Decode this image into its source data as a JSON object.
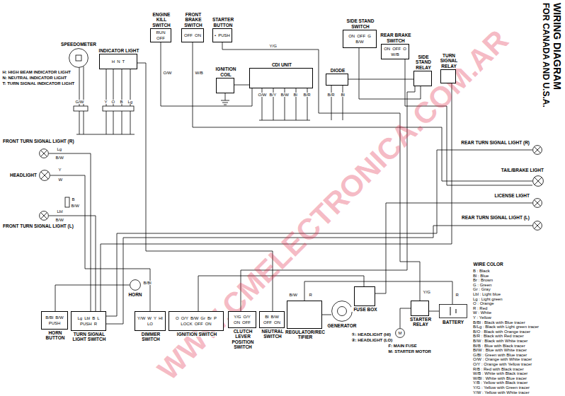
{
  "diagram": {
    "title": "WIRING DIAGRAM",
    "caption": "FOR CANADA AND U.S.A.",
    "nodes": [
      {
        "text": [
          "SPEEDOMETER"
        ]
      },
      {
        "text": [
          "INDICATOR LIGHT",
          "H",
          "N",
          "T"
        ]
      },
      {
        "text": [
          "ENGINE KILL SWITCH",
          "RUN",
          "OFF"
        ]
      },
      {
        "text": [
          "FRONT BRAKE SWITCH",
          "OFF",
          "ON"
        ]
      },
      {
        "text": [
          "STARTER BUTTON",
          "•",
          "PUSH"
        ]
      },
      {
        "text": [
          "IGNITION COIL"
        ]
      },
      {
        "text": [
          "CDI UNIT"
        ]
      },
      {
        "text": [
          "DIODE"
        ]
      },
      {
        "text": [
          "SIDE STAND SWITCH",
          "ON",
          "OFF",
          "G",
          "B/W"
        ]
      },
      {
        "text": [
          "REAR BRAKE SWITCH",
          "ON",
          "OFF",
          "O",
          "W/B"
        ]
      },
      {
        "text": [
          "TURN SIGNAL RELAY"
        ]
      },
      {
        "text": [
          "SIDE STAND RELAY"
        ]
      },
      {
        "text": [
          "FRONT TURN SIGNAL LIGHT (R)"
        ]
      },
      {
        "text": [
          "HEADLIGHT"
        ]
      },
      {
        "text": [
          "FRONT TURN SIGNAL LIGHT (L)"
        ]
      },
      {
        "text": [
          "HORN"
        ]
      },
      {
        "text": [
          "HORN BUTTON",
          "B/Bl",
          "B/W",
          "PUSH"
        ]
      },
      {
        "text": [
          "TURN SIGNAL LIGHT SWITCH",
          "Lg",
          "Lbl",
          "B",
          "L",
          "PUSH",
          "R"
        ]
      },
      {
        "text": [
          "DIMMER SWITCH",
          "Y/W",
          "W",
          "Y",
          "HI",
          "LO"
        ]
      },
      {
        "text": [
          "IGNITION SWITCH",
          "O",
          "O/Y",
          "B/W",
          "Gr",
          "Br",
          "P",
          "LOCK",
          "OFF",
          "ON"
        ]
      },
      {
        "text": [
          "CLUTCH LEVER POSITION SWITCH",
          "Y/G",
          "O/Y",
          "ON",
          "OFF"
        ]
      },
      {
        "text": [
          "NEUTRAL SWITCH",
          "Bl",
          "B/W",
          "OFF",
          "ON"
        ]
      },
      {
        "text": [
          "REGULATOR/RECTIFIER"
        ]
      },
      {
        "text": [
          "GENERATOR"
        ]
      },
      {
        "text": [
          "FUSE BOX"
        ]
      },
      {
        "text": [
          "STARTER RELAY"
        ]
      },
      {
        "text": [
          "BATTERY"
        ]
      },
      {
        "text": [
          "M"
        ]
      },
      {
        "text": [
          "REAR TURN SIGNAL LIGHT (R)"
        ]
      },
      {
        "text": [
          "TAIL/BRAKE LIGHT"
        ]
      },
      {
        "text": [
          "LICENSE LIGHT"
        ]
      },
      {
        "text": [
          "REAR TURN SIGNAL LIGHT (L)"
        ]
      }
    ],
    "edges": [
      {
        "from": 2,
        "to": 6,
        "arrow": "none"
      },
      {
        "from": 3,
        "to": 29,
        "arrow": "none"
      },
      {
        "from": 4,
        "to": 25,
        "arrow": "none"
      },
      {
        "from": 5,
        "to": 6,
        "arrow": "none"
      },
      {
        "from": 7,
        "to": 11,
        "arrow": "none"
      },
      {
        "from": 8,
        "to": 11,
        "arrow": "none"
      },
      {
        "from": 9,
        "to": 29,
        "arrow": "none"
      },
      {
        "from": 10,
        "to": 17,
        "arrow": "none"
      },
      {
        "from": 16,
        "to": 15,
        "arrow": "none"
      },
      {
        "from": 18,
        "to": 13,
        "arrow": "none"
      },
      {
        "from": 19,
        "to": 24,
        "arrow": "none"
      },
      {
        "from": 20,
        "to": 11,
        "arrow": "none"
      },
      {
        "from": 21,
        "to": 1,
        "arrow": "none"
      },
      {
        "from": 22,
        "to": 26,
        "arrow": "none"
      },
      {
        "from": 23,
        "to": 22,
        "arrow": "none"
      },
      {
        "from": 25,
        "to": 27,
        "arrow": "none"
      },
      {
        "from": 26,
        "to": 25,
        "arrow": "none"
      },
      {
        "from": 17,
        "to": 12,
        "arrow": "none"
      },
      {
        "from": 17,
        "to": 14,
        "arrow": "none"
      },
      {
        "from": 17,
        "to": 28,
        "arrow": "none"
      },
      {
        "from": 17,
        "to": 31,
        "arrow": "none"
      },
      {
        "from": 24,
        "to": 30,
        "arrow": "none"
      }
    ],
    "labels": [
      "H: HIGH BEAM INDICATOR LIGHT",
      "N: NEUTRAL INDICATOR LIGHT",
      "T: TURN SIGNAL INDICATOR LIGHT",
      "G/W",
      "Y",
      "O",
      "B",
      "Lg",
      "O/W",
      "W/B",
      "Y/G",
      "O/W",
      "B/Y",
      "B/W",
      "Bl",
      "B/R",
      "B/R",
      "Bl",
      "Lg",
      "B/W",
      "Y",
      "W",
      "B",
      "B/W",
      "Lbl",
      "B/W",
      "B/Bl",
      "B/W",
      "R",
      "Y/G",
      "R",
      "①: HEADLIGHT (HI)",
      "②: HEADLIGHT (LO)",
      "F: MAIN FUSE",
      "M: STARTER MOTOR",
      "WIRE COLOR",
      "WWW.CMELECTRONICA.COM.AR"
    ],
    "legend": [
      {
        "text": "B : Black"
      },
      {
        "text": "Bl : Blue"
      },
      {
        "text": "Br : Brown"
      },
      {
        "text": "G : Green"
      },
      {
        "text": "Gr : Gray"
      },
      {
        "text": "Lbl : Light blue"
      },
      {
        "text": "Lg : Light green"
      },
      {
        "text": "O : Orange"
      },
      {
        "text": "R : Red"
      },
      {
        "text": "W : White"
      },
      {
        "text": "Y : Yellow"
      },
      {
        "text": "B/Bl : Black with Blue tracer"
      },
      {
        "text": "B/Lg : Black with Light green tracer"
      },
      {
        "text": "B/O : Black with Orange tracer"
      },
      {
        "text": "B/R : Black with Red tracer"
      },
      {
        "text": "B/W : Black with White tracer"
      },
      {
        "text": "Bl/B : Blue with Black tracer"
      },
      {
        "text": "Bl/W : Blue with White tracer"
      },
      {
        "text": "G/Bl : Green with Blue tracer"
      },
      {
        "text": "O/W : Orange with White tracer"
      },
      {
        "text": "O/Y : Orange with Yellow tracer"
      },
      {
        "text": "R/B : Red with Black tracer"
      },
      {
        "text": "W/B : White with Black tracer"
      },
      {
        "text": "W/Bl : White with Blue tracer"
      },
      {
        "text": "Y/B : Yellow with Black tracer"
      },
      {
        "text": "Y/G : Yellow with Green tracer"
      },
      {
        "text": "Y/W : Yellow with White tracer"
      }
    ]
  }
}
